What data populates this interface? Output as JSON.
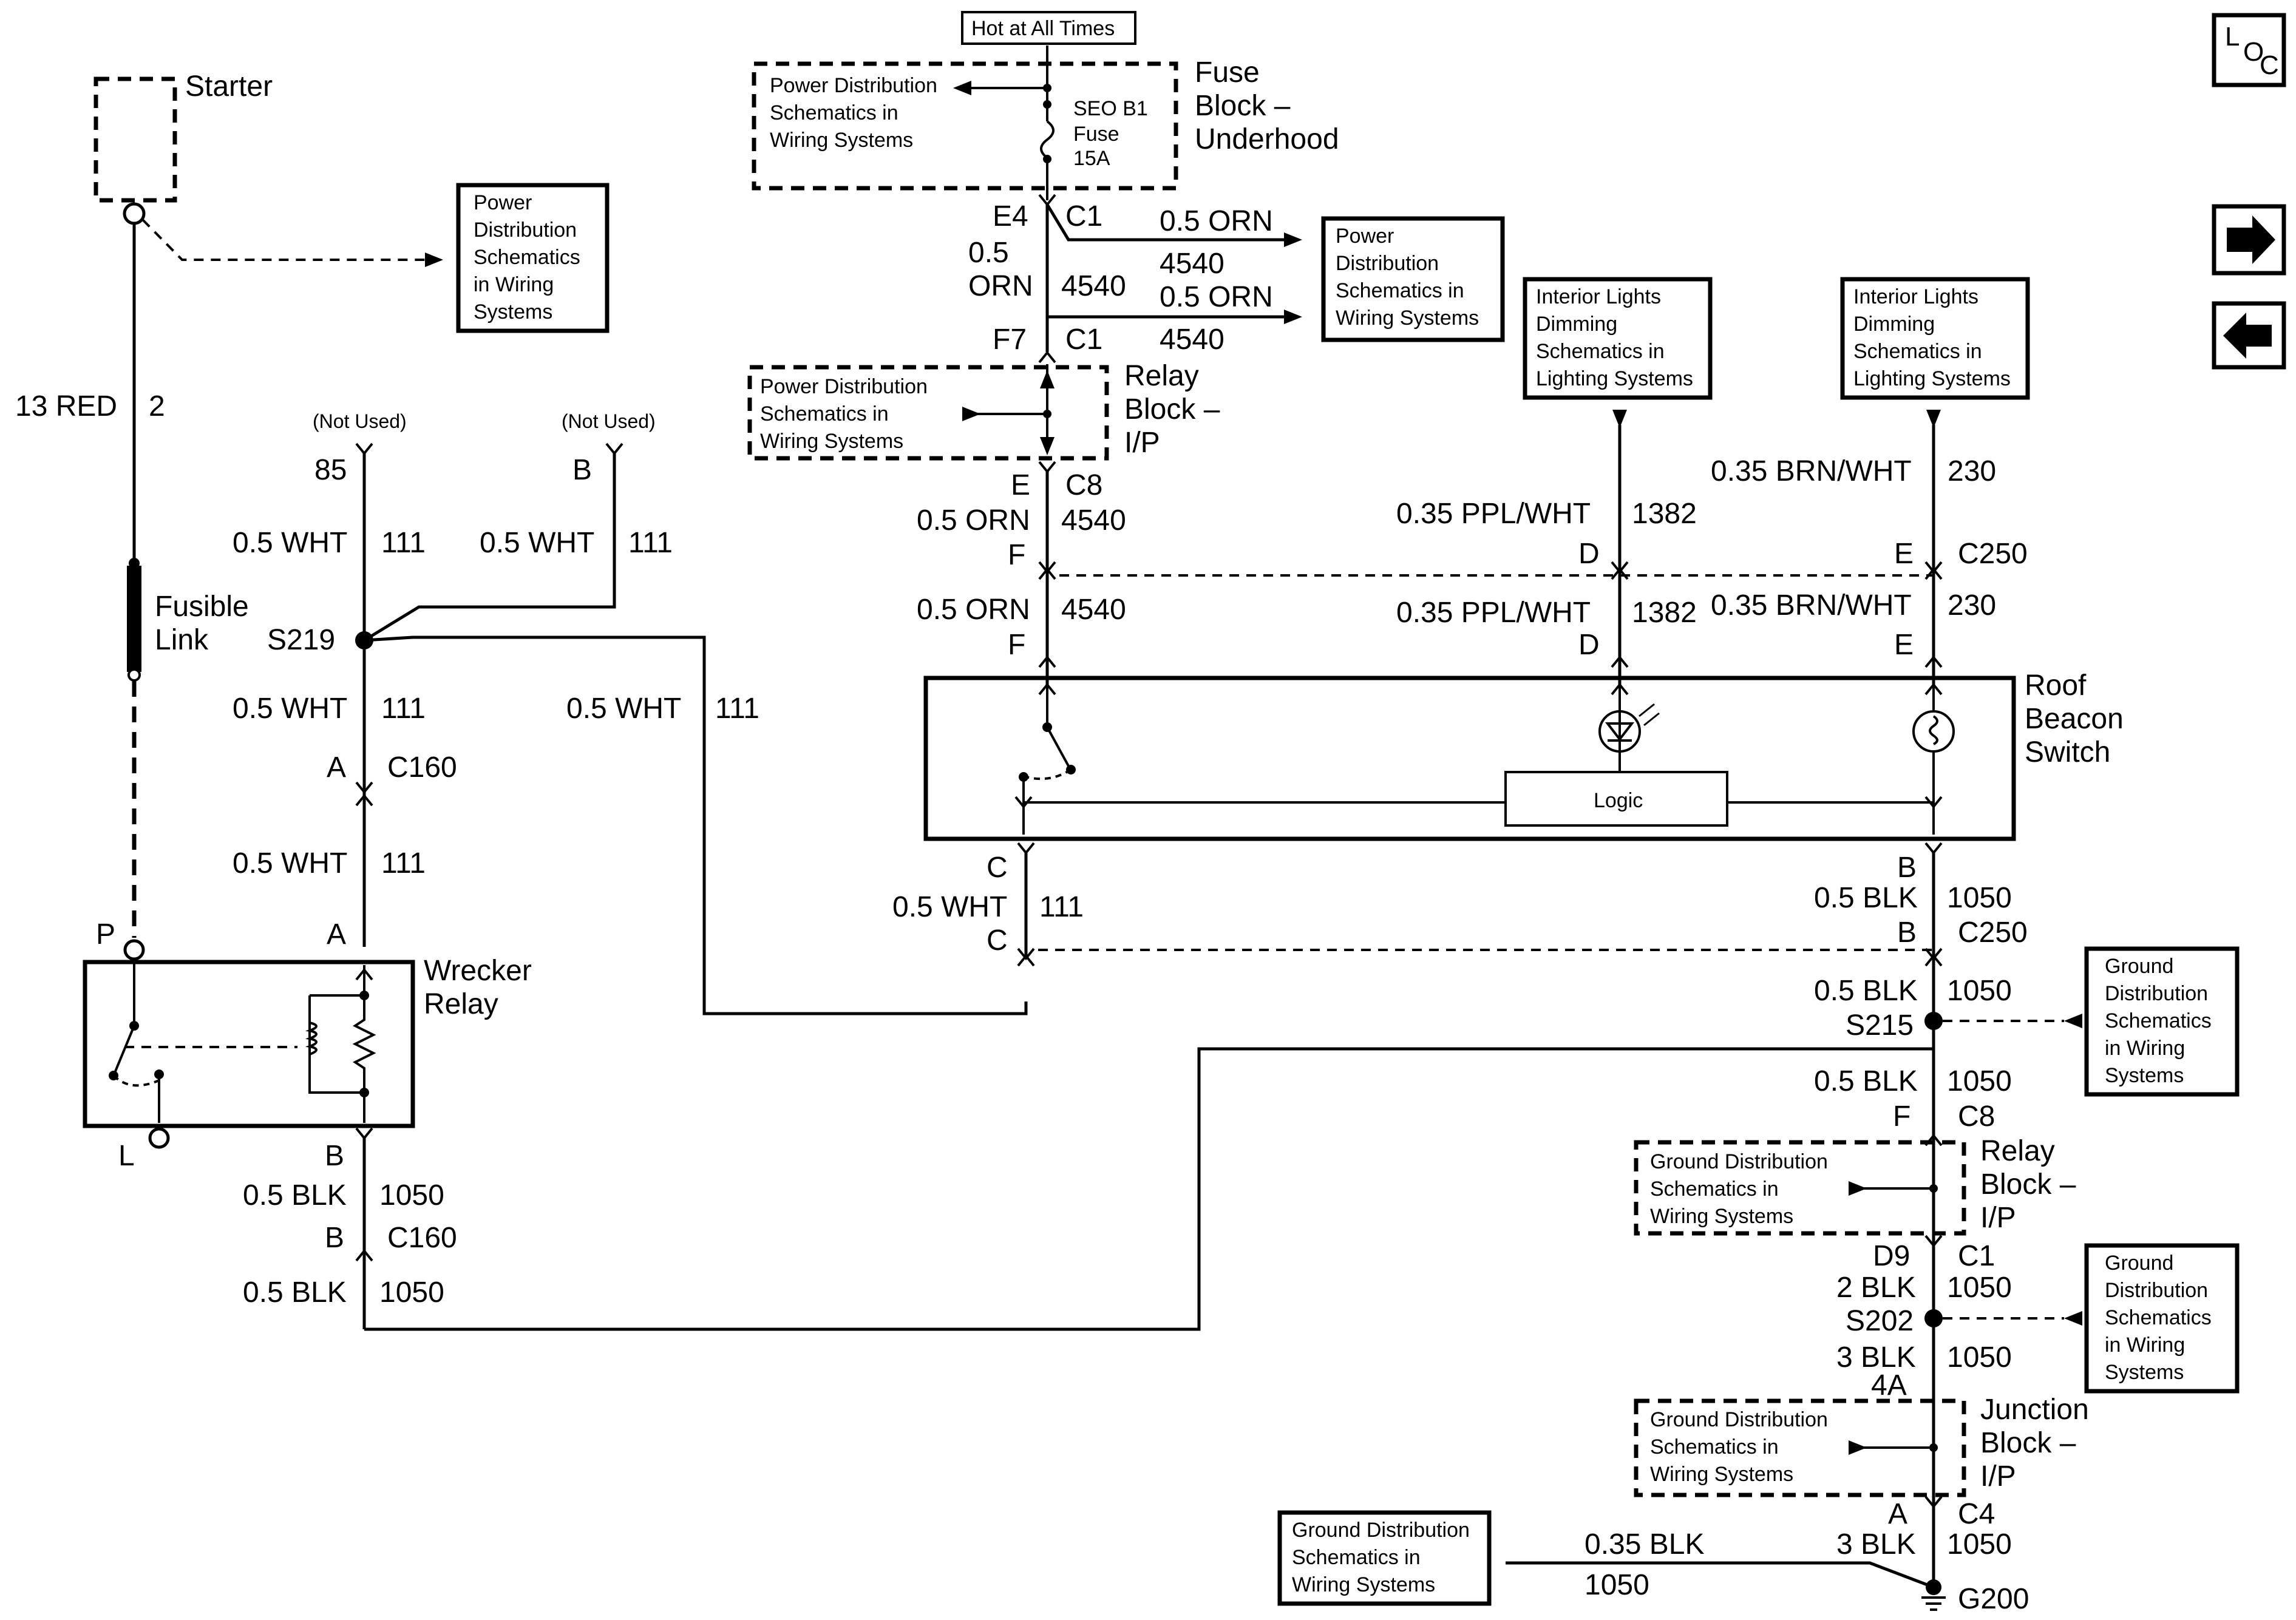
{
  "hot_at_all_times": "Hot at All Times",
  "fuse_block_underhood": [
    "Fuse",
    "Block –",
    "Underhood"
  ],
  "fuse": [
    "SEO B1",
    "Fuse",
    "15A"
  ],
  "relay_block": [
    "Relay",
    "Block –",
    "I/P"
  ],
  "junction_block": [
    "Junction",
    "Block –",
    "I/P"
  ],
  "roof_beacon_switch": [
    "Roof",
    "Beacon",
    "Switch"
  ],
  "wrecker_relay": [
    "Wrecker",
    "Relay"
  ],
  "starter": "Starter",
  "fusible_link": [
    "Fusible",
    "Link"
  ],
  "logic": "Logic",
  "loc_icon": [
    "L",
    "O",
    "C"
  ],
  "ref_boxes": {
    "power_dist_4": [
      "Power Distribution",
      "Schematics in",
      "Wiring Systems"
    ],
    "power_dist_5": [
      "Power",
      "Distribution",
      "Schematics",
      "in Wiring",
      "Systems"
    ],
    "power_dist_4540": [
      "Power",
      "Distribution",
      "Schematics in",
      "Wiring Systems"
    ],
    "power_dist_relay": [
      "Power Distribution",
      "Schematics in",
      "Wiring Systems"
    ],
    "interior_lights_1": [
      "Interior Lights",
      "Dimming",
      "Schematics in",
      "Lighting Systems"
    ],
    "interior_lights_2": [
      "Interior Lights",
      "Dimming",
      "Schematics in",
      "Lighting Systems"
    ],
    "ground_dist_s215": [
      "Ground",
      "Distribution",
      "Schematics",
      "in Wiring",
      "Systems"
    ],
    "ground_dist_s202": [
      "Ground",
      "Distribution",
      "Schematics",
      "in Wiring",
      "Systems"
    ],
    "ground_dist_relay": [
      "Ground Distribution",
      "Schematics in",
      "Wiring Systems"
    ],
    "ground_dist_junction": [
      "Ground Distribution",
      "Schematics in",
      "Wiring Systems"
    ],
    "ground_dist_g200": [
      "Ground Distribution",
      "Schematics in",
      "Wiring Systems"
    ]
  },
  "labels": {
    "red_wire": "13 RED",
    "red_circuit": "2",
    "not_used": "(Not Used)",
    "pin_85": "85",
    "pin_b": "B",
    "wht": "0.5 WHT",
    "c111": "111",
    "s219": "S219",
    "pin_a": "A",
    "c160": "C160",
    "pin_p": "P",
    "pin_l": "L",
    "blk": "0.5 BLK",
    "c1050": "1050",
    "e4": "E4",
    "c1": "C1",
    "orn_stack": [
      "0.5",
      "ORN"
    ],
    "c4540": "4540",
    "orn": "0.5 ORN",
    "f7": "F7",
    "pin_e": "E",
    "c8": "C8",
    "pin_f": "F",
    "ppl": "0.35 PPL/WHT",
    "c1382": "1382",
    "pin_d": "D",
    "brn": "0.35 BRN/WHT",
    "c230": "230",
    "c250": "C250",
    "pin_c": "C",
    "s215": "S215",
    "d9": "D9",
    "blk2": "2 BLK",
    "s202": "S202",
    "blk3": "3 BLK",
    "pin_4a": "4A",
    "c4": "C4",
    "blk035": "0.35 BLK",
    "g200": "G200"
  }
}
